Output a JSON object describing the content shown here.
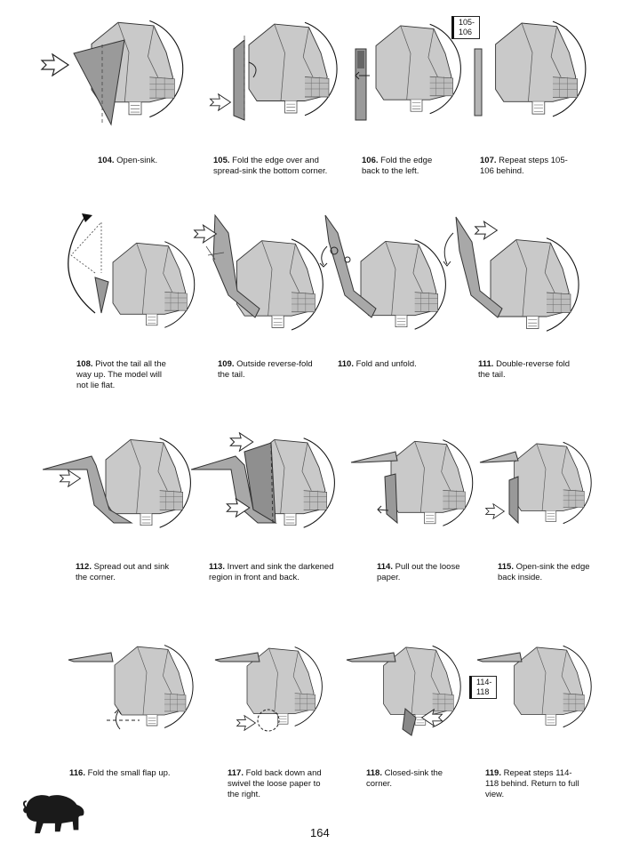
{
  "page_number": "164",
  "colors": {
    "paper": "#c9c9c9",
    "paper_dark": "#8f8f8f",
    "edge": "#333333",
    "circle": "#111111"
  },
  "steps": [
    {
      "num": "104.",
      "text": "Open-sink."
    },
    {
      "num": "105.",
      "text": "Fold the edge over and spread-sink the bottom corner."
    },
    {
      "num": "106.",
      "text": "Fold the edge back to the left."
    },
    {
      "num": "107.",
      "text": "Repeat steps 105-106 behind."
    },
    {
      "num": "108.",
      "text": "Pivot the tail all the way up. The model will not lie flat."
    },
    {
      "num": "109.",
      "text": "Outside reverse-fold the tail."
    },
    {
      "num": "110.",
      "text": "Fold and unfold."
    },
    {
      "num": "111.",
      "text": "Double-reverse fold the tail."
    },
    {
      "num": "112.",
      "text": "Spread out and sink the corner."
    },
    {
      "num": "113.",
      "text": "Invert and sink the darkened region in front and back."
    },
    {
      "num": "114.",
      "text": "Pull out the loose paper."
    },
    {
      "num": "115.",
      "text": "Open-sink the edge back inside."
    },
    {
      "num": "116.",
      "text": "Fold the small flap up."
    },
    {
      "num": "117.",
      "text": "Fold back down and swivel the loose paper to the right."
    },
    {
      "num": "118.",
      "text": "Closed-sink the corner."
    },
    {
      "num": "119.",
      "text": "Repeat steps 114-118 behind. Return to full view."
    }
  ],
  "refs": {
    "step107": "105-106",
    "step119": "114-118"
  }
}
